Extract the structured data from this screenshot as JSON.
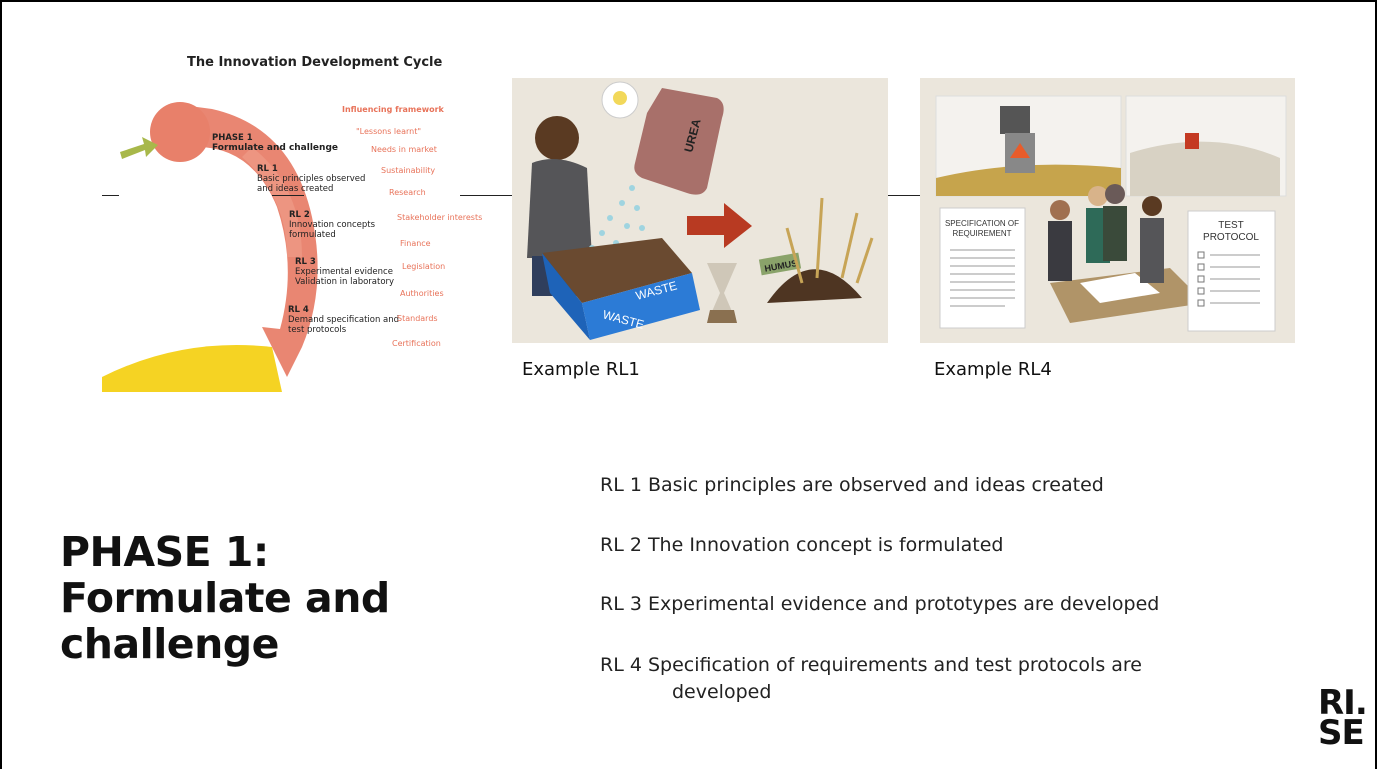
{
  "cycle": {
    "title": "The Innovation Development Cycle",
    "phase_label": "PHASE 1",
    "phase_sub": "Formulate and challenge",
    "levels": [
      {
        "code": "RL 1",
        "line1": "Basic principles observed",
        "line2": "and ideas created"
      },
      {
        "code": "RL 2",
        "line1": "Innovation concepts",
        "line2": "formulated"
      },
      {
        "code": "RL 3",
        "line1": "Experimental evidence",
        "line2": "Validation in laboratory"
      },
      {
        "code": "RL 4",
        "line1": "Demand specification and",
        "line2": "test protocols"
      }
    ],
    "framework_head": "Influencing framework",
    "framework": [
      "\"Lessons learnt\"",
      "Needs in market",
      "Sustainability",
      "Research",
      "Stakeholder interests",
      "Finance",
      "Legislation",
      "Authorities",
      "Standards",
      "Certification"
    ]
  },
  "examples": {
    "rl1": {
      "caption": "Example RL1",
      "urea": "UREA",
      "waste1": "WASTE",
      "waste2": "WASTE",
      "humus": "HUMUS"
    },
    "rl4": {
      "caption": "Example RL4",
      "spec1": "SPECIFICATION OF",
      "spec2": "REQUIREMENT",
      "test1": "TEST",
      "test2": "PROTOCOL"
    }
  },
  "heading": {
    "line1": "PHASE 1:",
    "line2": "Formulate and",
    "line3": "challenge"
  },
  "rl_list": [
    "RL 1 Basic principles are observed and ideas created",
    "RL 2 The Innovation concept is formulated",
    "RL 3 Experimental evidence and prototypes are developed",
    "RL 4 Specification of requirements and test protocols are"
  ],
  "rl_list_cont": "developed",
  "logo": {
    "line1": "RI.",
    "line2": "SE"
  },
  "colors": {
    "salmon": "#e8806a",
    "yellow": "#f5d323",
    "green": "#a8b84a"
  }
}
